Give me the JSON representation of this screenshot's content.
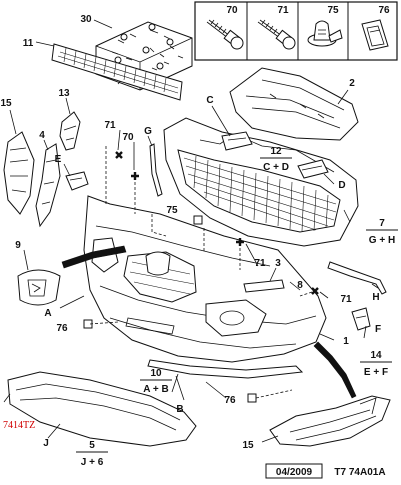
{
  "header_parts": [
    {
      "ref": "70"
    },
    {
      "ref": "71"
    },
    {
      "ref": "75"
    },
    {
      "ref": "76"
    }
  ],
  "labels": {
    "l30": "30",
    "l11": "11",
    "l2": "2",
    "l15a": "15",
    "l13": "13",
    "lC": "C",
    "l4": "4",
    "l71a": "71",
    "l70": "70",
    "lG": "G",
    "lE": "E",
    "lD": "D",
    "l75": "75",
    "l7": "7",
    "l9": "9",
    "l3": "3",
    "l8": "8",
    "l71b": "71",
    "l71c": "71",
    "lA": "A",
    "l76a": "76",
    "lH": "H",
    "lF": "F",
    "l1": "1",
    "l76b": "76",
    "lB": "B",
    "lJ": "J",
    "l15b": "15"
  },
  "fractions": {
    "f12": {
      "top": "12",
      "bot": "C + D"
    },
    "f7": {
      "top": "7",
      "bot": "G + H"
    },
    "f10": {
      "top": "10",
      "bot": "A + B"
    },
    "f14": {
      "top": "14",
      "bot": "E + F"
    },
    "f5": {
      "top": "5",
      "bot": "J + 6"
    }
  },
  "side_code": "7414TZ",
  "footer": {
    "date": "04/2009",
    "code": "T7 74A01A"
  },
  "colors": {
    "line": "#111111",
    "side_code": "#d00000"
  }
}
